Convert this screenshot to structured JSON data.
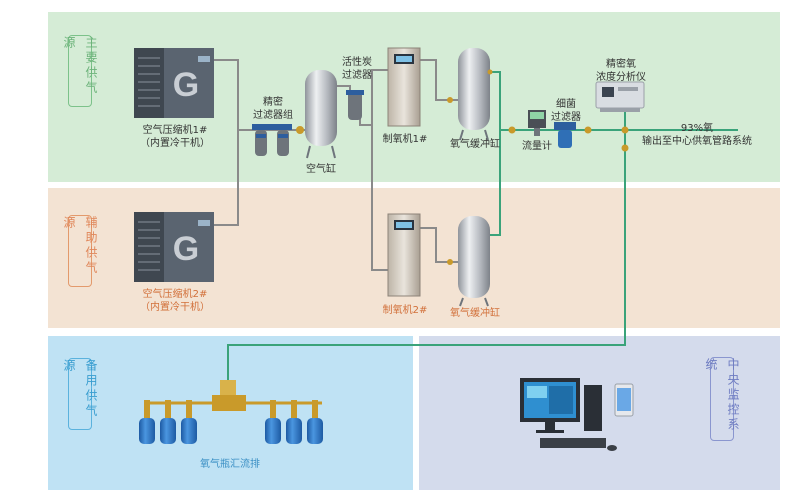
{
  "zones": {
    "main": {
      "label": "主要供气源",
      "bg": "#d5ecd6",
      "border": "#7cc28a",
      "text": "#6cb37a"
    },
    "aux": {
      "label": "辅助供气源",
      "bg": "#f3e3d3",
      "border": "#e39a6c",
      "text": "#e0875a"
    },
    "backup": {
      "label": "备用供气源",
      "bg": "#bfe2f4",
      "border": "#5bb2dd",
      "text": "#3a9ed0"
    },
    "monitor": {
      "label": "中央监控系统",
      "bg": "#d4dbec",
      "border": "#8a96cf",
      "text": "#6f7dc2"
    }
  },
  "labels": {
    "compressor1": [
      "空气压缩机1#",
      "（内置冷干机）"
    ],
    "compressor2": [
      "空气压缩机2#",
      "（内置冷干机）"
    ],
    "precision_filter_group": [
      "精密",
      "过滤器组"
    ],
    "air_tank": "空气缸",
    "carbon_filter": [
      "活性炭",
      "过滤器"
    ],
    "generator1": "制氧机1#",
    "generator2": "制氧机2#",
    "buffer_tank1": "氧气缓冲缸",
    "buffer_tank2": "氧气缓冲缸",
    "flow_meter": "流量计",
    "bacteria_filter": [
      "细菌",
      "过滤器"
    ],
    "analyzer": [
      "精密氧",
      "浓度分析仪"
    ],
    "output": [
      "93%氧",
      "输出至中心供氧管路系统"
    ],
    "manifold": "氧气瓶汇流排"
  },
  "colors": {
    "pipe_gray": "#8a8a8a",
    "pipe_green": "#3aa37a",
    "tank_metal": "#b8bcc2",
    "cylinder_blue": "#2f78c9",
    "valve_brass": "#c99a2a",
    "compressor_body": "#5a6470"
  }
}
